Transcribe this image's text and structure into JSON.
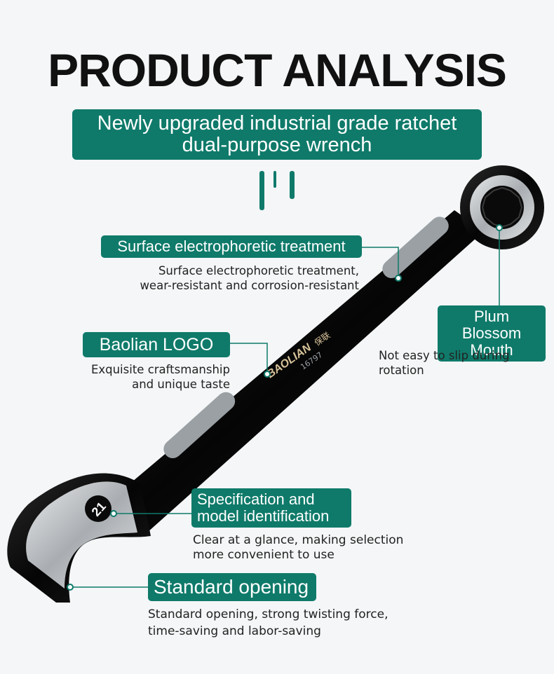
{
  "title": "PRODUCT ANALYSIS",
  "subtitle": {
    "line1": "Newly upgraded industrial grade ratchet",
    "line2": "dual-purpose wrench"
  },
  "wrench": {
    "brand": "BAOLIAN",
    "brand_cn": "保联",
    "model": "16797",
    "size": "21"
  },
  "features": {
    "surface": {
      "label": "Surface electrophoretic treatment",
      "desc1": "Surface electrophoretic treatment,",
      "desc2": "wear-resistant and corrosion-resistant"
    },
    "plum": {
      "label1": "Plum Blossom",
      "label2": "Mouth",
      "desc": "Not easy to slip during rotation"
    },
    "logo": {
      "label": "Baolian LOGO",
      "desc1": "Exquisite craftsmanship",
      "desc2": "and unique taste"
    },
    "spec": {
      "label1": "Specification and",
      "label2": "model identification",
      "desc1": "Clear at a glance, making selection",
      "desc2": "more convenient to use"
    },
    "opening": {
      "label": "Standard opening",
      "desc1": "Standard opening, strong twisting force,",
      "desc2": "time-saving and labor-saving"
    }
  },
  "colors": {
    "accent": "#0f7a6a",
    "background": "#f4f6f7",
    "wrench_body": "#111111",
    "chrome": "#c9cccf"
  }
}
